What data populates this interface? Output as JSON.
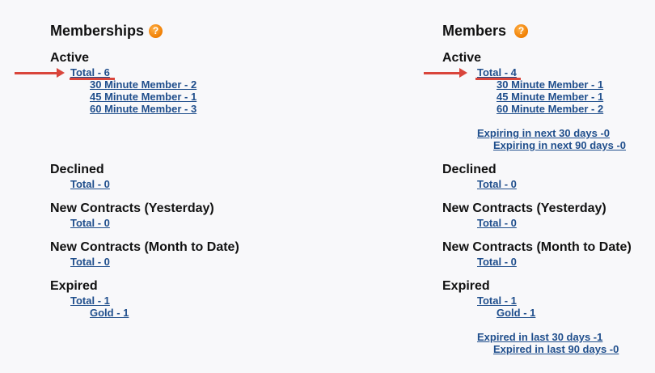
{
  "memberships": {
    "title": "Memberships",
    "help_icon": "?",
    "active": {
      "heading": "Active",
      "total": "Total - 6",
      "items": [
        "30 Minute Member - 2",
        "45 Minute Member - 1",
        "60 Minute Member - 3"
      ]
    },
    "declined": {
      "heading": "Declined",
      "total": "Total - 0"
    },
    "new_yesterday": {
      "heading": "New Contracts (Yesterday)",
      "total": "Total - 0"
    },
    "new_mtd": {
      "heading": "New Contracts (Month to Date)",
      "total": "Total - 0"
    },
    "expired": {
      "heading": "Expired",
      "total": "Total - 1",
      "items": [
        "Gold - 1"
      ]
    }
  },
  "members": {
    "title": "Members",
    "help_icon": "?",
    "active": {
      "heading": "Active",
      "total": "Total - 4",
      "items": [
        "30 Minute Member - 1",
        "45 Minute Member - 1",
        "60 Minute Member - 2"
      ],
      "expiring_30": "Expiring in next 30 days -0",
      "expiring_90": "Expiring in next 90 days -0"
    },
    "declined": {
      "heading": "Declined",
      "total": "Total - 0"
    },
    "new_yesterday": {
      "heading": "New Contracts (Yesterday)",
      "total": "Total - 0"
    },
    "new_mtd": {
      "heading": "New Contracts (Month to Date)",
      "total": "Total - 0"
    },
    "expired": {
      "heading": "Expired",
      "total": "Total - 1",
      "items": [
        "Gold - 1"
      ],
      "expired_30": "Expired in last 30 days -1",
      "expired_90": "Expired in last 90 days -0"
    }
  },
  "colors": {
    "link": "#1f4e8c",
    "annotation": "#d9453b",
    "help": "#ef7d00"
  }
}
